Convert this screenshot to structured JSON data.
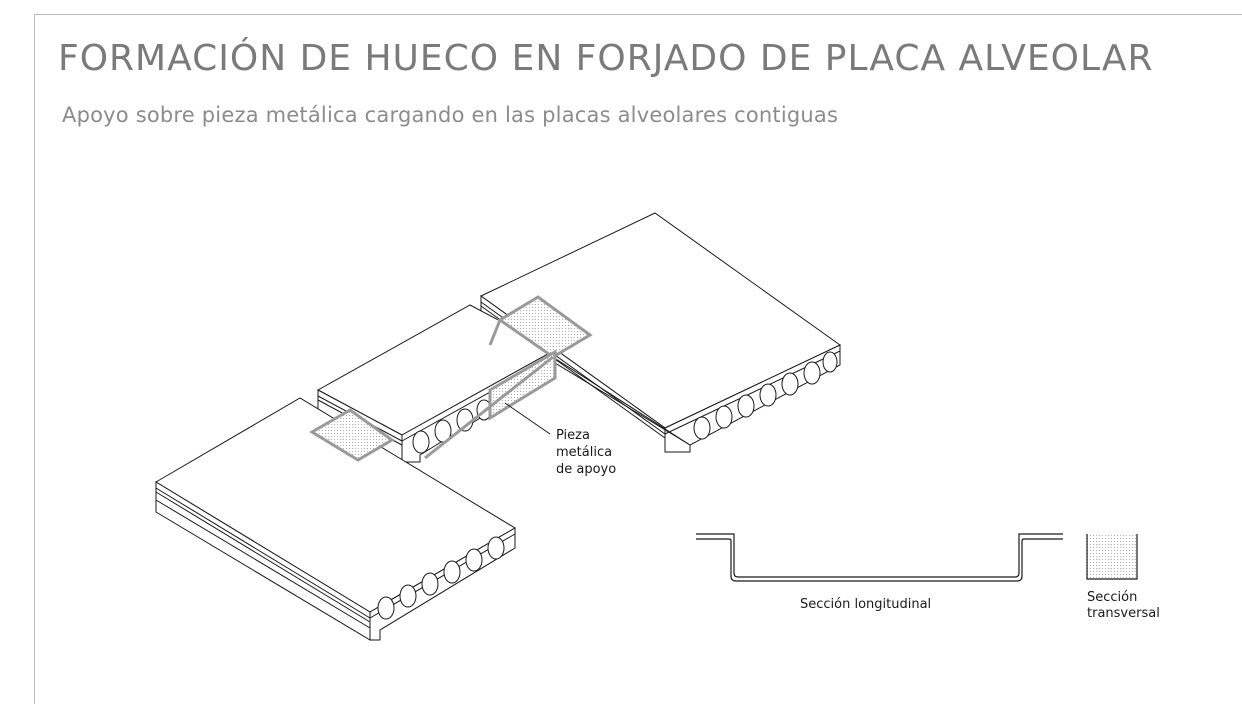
{
  "title": "FORMACIÓN DE HUECO EN FORJADO DE PLACA ALVEOLAR",
  "subtitle": "Apoyo sobre pieza metálica cargando en las placas alveolares contiguas",
  "labels": {
    "pieza": [
      "Pieza",
      "metálica",
      "de apoyo"
    ],
    "seccion_longitudinal": "Sección longitudinal",
    "seccion_transversal": [
      "Sección",
      "transversal"
    ]
  },
  "colors": {
    "line": "#1a1a1a",
    "metal_outline": "#9a9a9a",
    "title": "#7a7a7a",
    "frame": "#bdbdbd"
  }
}
